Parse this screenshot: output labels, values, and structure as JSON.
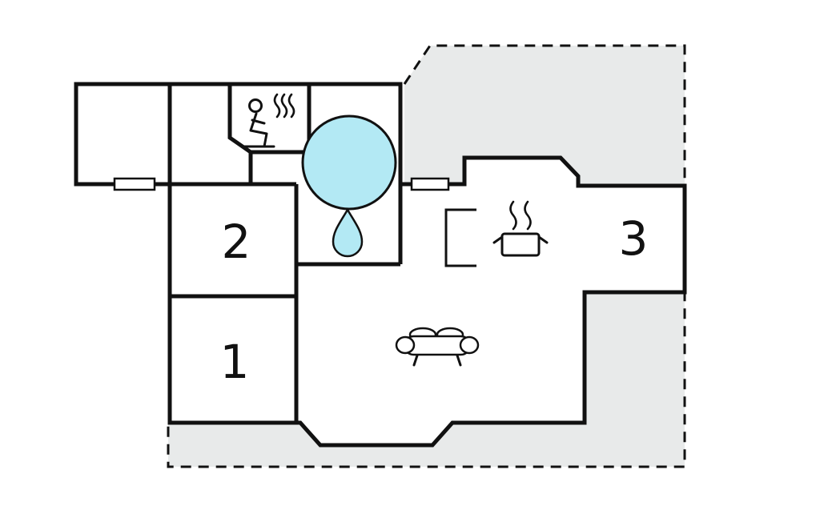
{
  "diagram": {
    "type": "floor-plan",
    "rooms": [
      {
        "id": "room-1",
        "label": "1"
      },
      {
        "id": "room-2",
        "label": "2"
      },
      {
        "id": "room-3",
        "label": "3"
      }
    ],
    "features": {
      "sauna": "sauna-person-with-steam-icon",
      "hot_tub": "hot-tub-circle",
      "shower": "water-drop-icon",
      "kitchen": "pot-with-steam-icon",
      "living_room": "sofa-icon",
      "terrace": "dashed-terrace-area",
      "window_count": 2
    },
    "colors": {
      "water": "#b3e9f4",
      "terrace": "#e8eaea",
      "wall": "#111111",
      "background": "#ffffff"
    }
  }
}
